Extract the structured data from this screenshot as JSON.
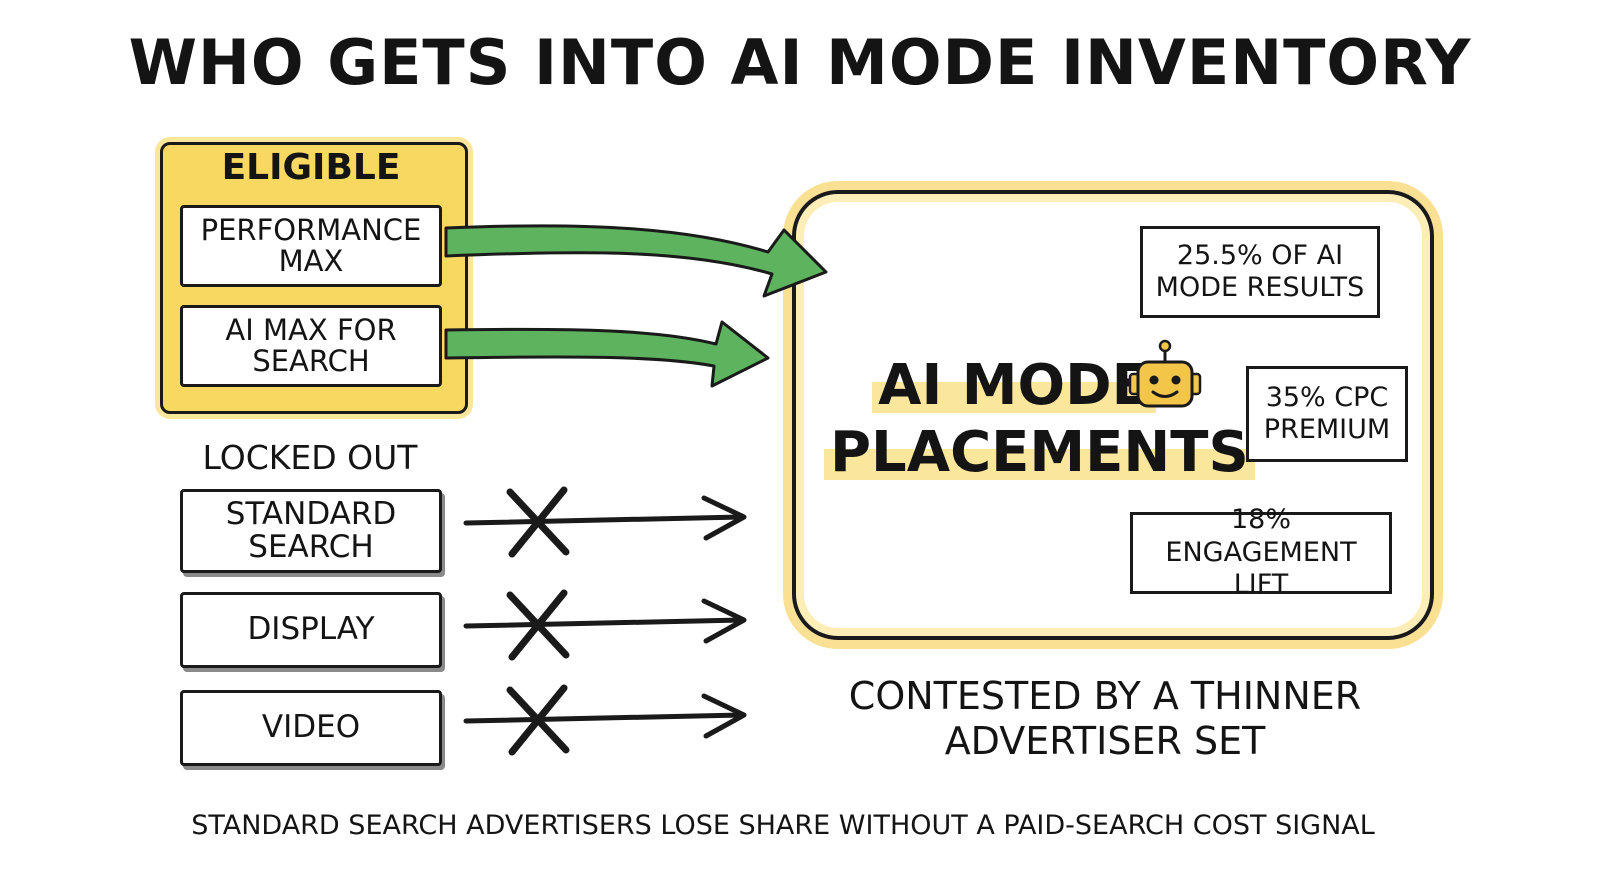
{
  "title": "WHO GETS INTO AI MODE INVENTORY",
  "eligible": {
    "label": "ELIGIBLE",
    "items": [
      {
        "line1": "PERFORMANCE",
        "line2": "MAX"
      },
      {
        "line1": "AI MAX FOR",
        "line2": "SEARCH"
      }
    ]
  },
  "locked_out": {
    "label": "LOCKED OUT",
    "items": [
      {
        "line1": "STANDARD",
        "line2": "SEARCH"
      },
      {
        "line1": "DISPLAY",
        "line2": ""
      },
      {
        "line1": "VIDEO",
        "line2": ""
      }
    ]
  },
  "placements": {
    "line1": "AI MODE",
    "line2": "PLACEMENTS",
    "icon": "robot-icon"
  },
  "stats": [
    {
      "line1": "25.5% OF AI",
      "line2": "MODE RESULTS"
    },
    {
      "line1": "35% CPC",
      "line2": "PREMIUM"
    },
    {
      "line1": "18% ENGAGEMENT",
      "line2": "LIFT"
    }
  ],
  "contested": {
    "line1": "CONTESTED BY A THINNER",
    "line2": "ADVERTISER SET"
  },
  "footer": "STANDARD SEARCH ADVERTISERS LOSE SHARE WITHOUT A PAID-SEARCH COST SIGNAL",
  "colors": {
    "highlight_yellow": "#f8d860",
    "arrow_green": "#5db35e",
    "ink": "#141414"
  }
}
